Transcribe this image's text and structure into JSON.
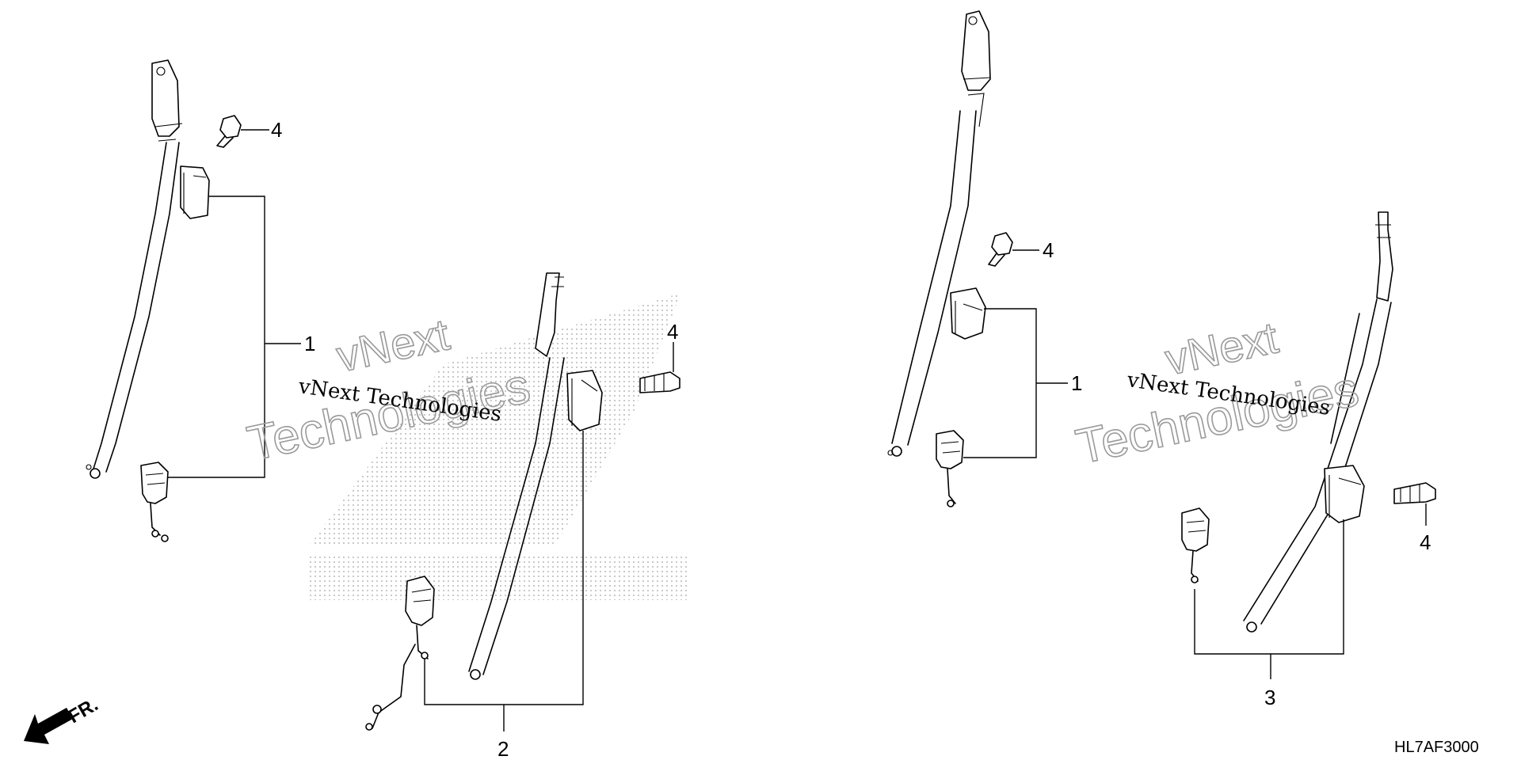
{
  "callouts": {
    "c1a": "1",
    "c1b": "1",
    "c2": "2",
    "c3": "3",
    "c4a": "4",
    "c4b": "4",
    "c4c": "4",
    "c4d": "4"
  },
  "watermark": {
    "brand": "vNext",
    "brand2": "Technologies",
    "line": "vNext Technologies"
  },
  "direction_label": "FR.",
  "diagram_code": "HL7AF3000",
  "colors": {
    "line": "#000000",
    "watermark": "#9a9a9a",
    "dots": "#bbbbbb"
  }
}
